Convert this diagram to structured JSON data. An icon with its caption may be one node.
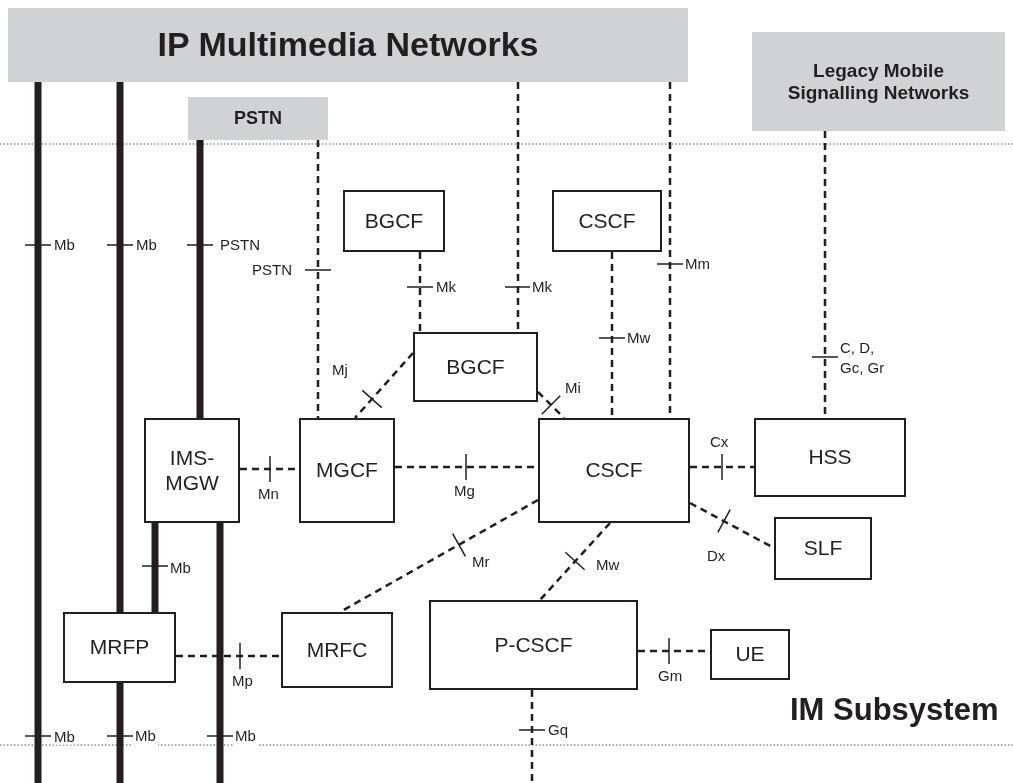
{
  "diagram": {
    "nodes": [
      {
        "text": [
          "IP Multimedia Networks"
        ]
      },
      {
        "text": [
          "PSTN"
        ]
      },
      {
        "text": [
          "Legacy Mobile Signalling Networks"
        ]
      },
      {
        "text": [
          "BGCF"
        ]
      },
      {
        "text": [
          "CSCF"
        ]
      },
      {
        "text": [
          "BGCF"
        ]
      },
      {
        "text": [
          "IMS- MGW"
        ]
      },
      {
        "text": [
          "MGCF"
        ]
      },
      {
        "text": [
          "CSCF"
        ]
      },
      {
        "text": [
          "HSS"
        ]
      },
      {
        "text": [
          "SLF"
        ]
      },
      {
        "text": [
          "MRFP"
        ]
      },
      {
        "text": [
          "MRFC"
        ]
      },
      {
        "text": [
          "P-CSCF"
        ]
      },
      {
        "text": [
          "UE"
        ]
      }
    ],
    "edges": [
      {
        "from": 0,
        "to": null,
        "arrow": "none",
        "label": "Mb",
        "style": "thick"
      },
      {
        "from": 0,
        "to": 11,
        "arrow": "none",
        "label": "Mb",
        "style": "thick"
      },
      {
        "from": 1,
        "to": 6,
        "arrow": "none",
        "label": "PSTN",
        "style": "thick"
      },
      {
        "from": 6,
        "to": 11,
        "arrow": "none",
        "label": "Mb",
        "style": "thick"
      },
      {
        "from": 11,
        "to": null,
        "arrow": "none",
        "label": "Mb",
        "style": "thick"
      },
      {
        "from": 6,
        "to": null,
        "arrow": "none",
        "label": "Mb",
        "style": "thick"
      },
      {
        "from": 1,
        "to": 7,
        "arrow": "none",
        "label": "PSTN",
        "style": "dashed"
      },
      {
        "from": 3,
        "to": 5,
        "arrow": "none",
        "label": "Mk",
        "style": "dashed"
      },
      {
        "from": 0,
        "to": 5,
        "arrow": "none",
        "label": "Mk",
        "style": "dashed"
      },
      {
        "from": 4,
        "to": 8,
        "arrow": "none",
        "label": "Mw",
        "style": "dashed"
      },
      {
        "from": 0,
        "to": 8,
        "arrow": "none",
        "label": "Mm",
        "style": "dashed"
      },
      {
        "from": 2,
        "to": 9,
        "arrow": "none",
        "label": "C, D, Gc, Gr",
        "style": "dashed"
      },
      {
        "from": 5,
        "to": 7,
        "arrow": "none",
        "label": "Mj",
        "style": "dashed"
      },
      {
        "from": 5,
        "to": 8,
        "arrow": "none",
        "label": "Mi",
        "style": "dashed"
      },
      {
        "from": 6,
        "to": 7,
        "arrow": "none",
        "label": "Mn",
        "style": "dashed"
      },
      {
        "from": 7,
        "to": 8,
        "arrow": "none",
        "label": "Mg",
        "style": "dashed"
      },
      {
        "from": 8,
        "to": 9,
        "arrow": "none",
        "label": "Cx",
        "style": "dashed"
      },
      {
        "from": 8,
        "to": 10,
        "arrow": "none",
        "label": "Dx",
        "style": "dashed"
      },
      {
        "from": 8,
        "to": 12,
        "arrow": "none",
        "label": "Mr",
        "style": "dashed"
      },
      {
        "from": 8,
        "to": 13,
        "arrow": "none",
        "label": "Mw",
        "style": "dashed"
      },
      {
        "from": 11,
        "to": 12,
        "arrow": "none",
        "label": "Mp",
        "style": "dashed"
      },
      {
        "from": 13,
        "to": 14,
        "arrow": "none",
        "label": "Gm",
        "style": "dashed"
      },
      {
        "from": 13,
        "to": null,
        "arrow": "none",
        "label": "Gq",
        "style": "dashed"
      }
    ],
    "labels": [
      "IM Subsystem",
      "Mb"
    ]
  }
}
